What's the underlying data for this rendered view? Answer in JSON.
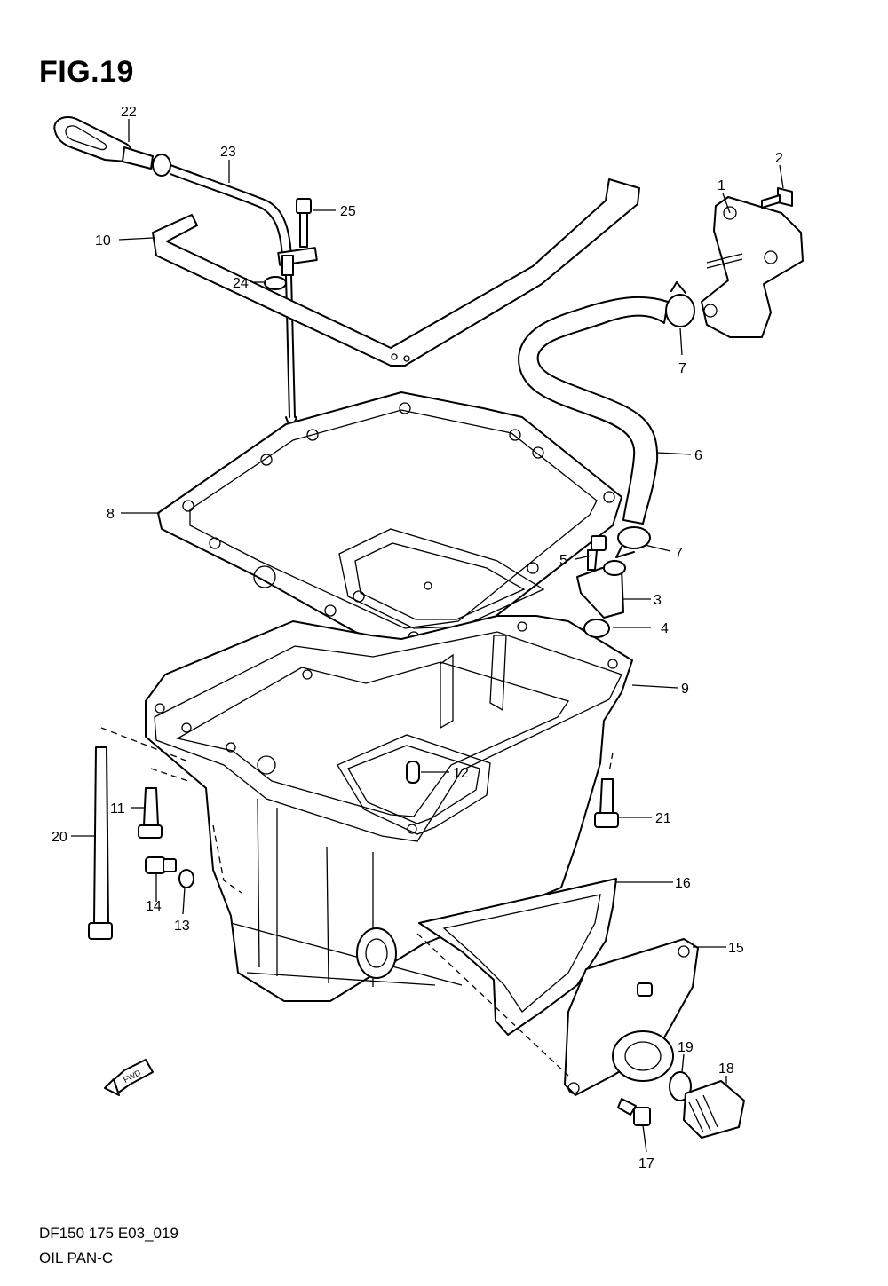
{
  "figure": {
    "title": "FIG.19",
    "code": "DF150 175 E03_019",
    "name": "OIL PAN-C"
  },
  "callouts": [
    {
      "id": "c1",
      "label": "1"
    },
    {
      "id": "c2",
      "label": "2"
    },
    {
      "id": "c3",
      "label": "3"
    },
    {
      "id": "c4",
      "label": "4"
    },
    {
      "id": "c5",
      "label": "5"
    },
    {
      "id": "c6",
      "label": "6"
    },
    {
      "id": "c7a",
      "label": "7"
    },
    {
      "id": "c7b",
      "label": "7"
    },
    {
      "id": "c8",
      "label": "8"
    },
    {
      "id": "c9",
      "label": "9"
    },
    {
      "id": "c10",
      "label": "10"
    },
    {
      "id": "c11",
      "label": "11"
    },
    {
      "id": "c12",
      "label": "12"
    },
    {
      "id": "c13",
      "label": "13"
    },
    {
      "id": "c14",
      "label": "14"
    },
    {
      "id": "c15",
      "label": "15"
    },
    {
      "id": "c16",
      "label": "16"
    },
    {
      "id": "c17",
      "label": "17"
    },
    {
      "id": "c18",
      "label": "18"
    },
    {
      "id": "c19",
      "label": "19"
    },
    {
      "id": "c20",
      "label": "20"
    },
    {
      "id": "c21",
      "label": "21"
    },
    {
      "id": "c22",
      "label": "22"
    },
    {
      "id": "c23",
      "label": "23"
    },
    {
      "id": "c24",
      "label": "24"
    },
    {
      "id": "c25",
      "label": "25"
    }
  ],
  "direction_marker": {
    "label": "FWD"
  }
}
